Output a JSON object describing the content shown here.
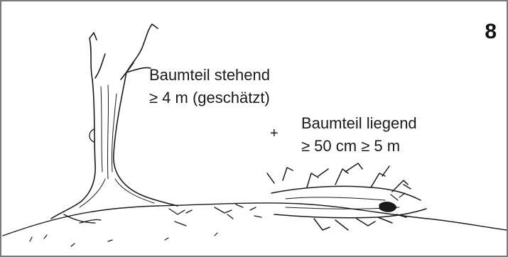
{
  "panel": {
    "number": "8",
    "standing": {
      "line1": "Baumteil stehend",
      "line2": "≥ 4 m (geschätzt)"
    },
    "plus": "+",
    "lying": {
      "line1": "Baumteil liegend",
      "line2": "≥ 50 cm ≥ 5 m"
    }
  },
  "colors": {
    "ink": "#1a1a1a",
    "border": "#7a7a7a",
    "background": "#ffffff"
  }
}
